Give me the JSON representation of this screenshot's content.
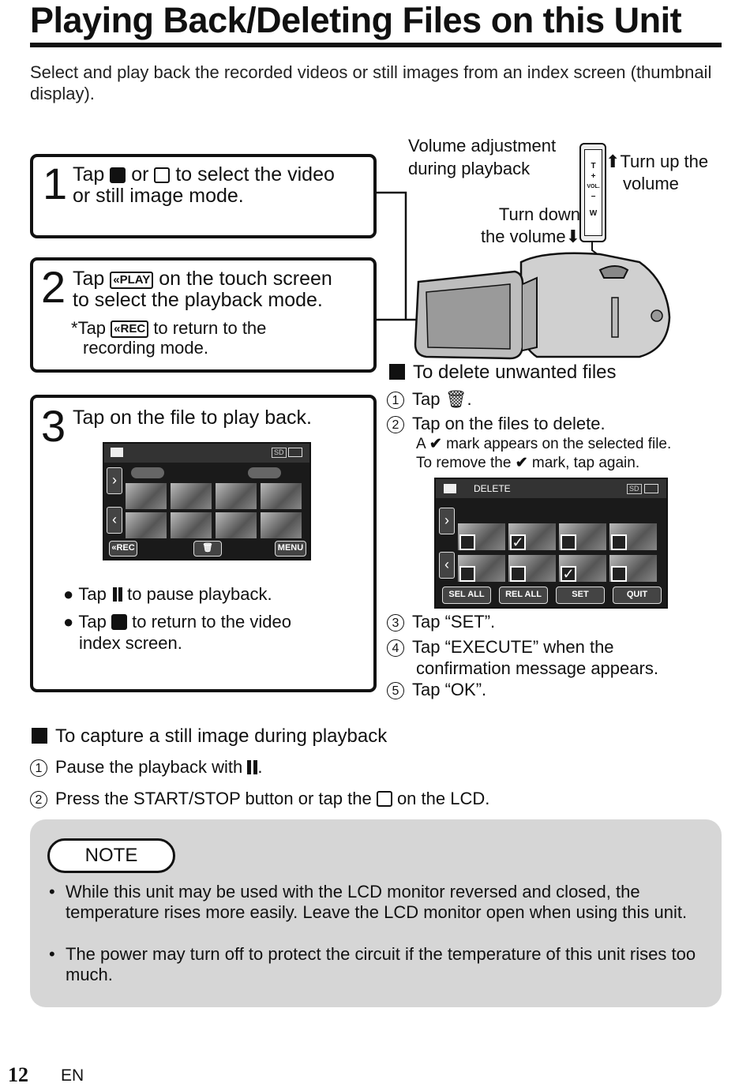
{
  "title": "Playing Back/Deleting Files on this Unit",
  "intro": "Select and play back the recorded videos or still images from an index screen (thumbnail display).",
  "steps": [
    {
      "num": "1",
      "text_a": "Tap",
      "text_b": "or",
      "text_c": "to select the video",
      "text_d": "or still image mode."
    },
    {
      "num": "2",
      "text_a": "Tap",
      "play_label": "«PLAY",
      "text_b": "on the touch screen",
      "text_c": "to select the playback mode.",
      "sub_star": "*",
      "sub_a": "Tap",
      "rec_label": "«REC",
      "sub_b": "to return to the",
      "sub_c": "recording mode."
    },
    {
      "num": "3",
      "text": "Tap on the file to play back.",
      "bullets": [
        {
          "a": "Tap",
          "b": "to pause playback."
        },
        {
          "a": "Tap",
          "b": "to return to the video",
          "c": "index screen."
        }
      ]
    }
  ],
  "index_screen": {
    "sd": "SD",
    "rec_btn": "«REC",
    "menu_btn": "MENU"
  },
  "camera": {
    "vol_label_1": "Volume adjustment",
    "vol_label_2": "during playback",
    "turn_up_1": "Turn up the",
    "turn_up_2": "volume",
    "turn_down_1": "Turn down",
    "turn_down_2": "the volume",
    "lever_t": "T",
    "lever_plus": "+",
    "lever_vol": "VOL.",
    "lever_minus": "−",
    "lever_w": "W"
  },
  "delete": {
    "heading": "To delete unwanted files",
    "s1_num": "1",
    "s1": "Tap",
    "s2_num": "2",
    "s2": "Tap on the files to delete.",
    "s2_note_a": "A",
    "s2_note_b": "mark appears on the selected file.",
    "s2_note_c": "To remove the",
    "s2_note_d": "mark, tap again.",
    "screen": {
      "title": "DELETE",
      "sd": "SD",
      "btns": [
        "SEL ALL",
        "REL ALL",
        "SET",
        "QUIT"
      ]
    },
    "s3_num": "3",
    "s3": "Tap “SET”.",
    "s4_num": "4",
    "s4_a": "Tap “EXECUTE” when the",
    "s4_b": "confirmation message appears.",
    "s5_num": "5",
    "s5": "Tap “OK”."
  },
  "capture": {
    "heading": "To capture a still image during playback",
    "s1_num": "1",
    "s1_a": "Pause the playback with",
    "s1_b": ".",
    "s2_num": "2",
    "s2_a": "Press the START/STOP button or tap the",
    "s2_b": "on the LCD."
  },
  "note": {
    "label": "NOTE",
    "bullet": "•",
    "items": [
      "While this unit may be used with the LCD monitor reversed and closed, the temperature rises more easily. Leave the LCD monitor open when using this unit.",
      "The power may turn off to protect the circuit if the temperature of this unit rises too much."
    ]
  },
  "footer": {
    "page": "12",
    "lang": "EN"
  }
}
